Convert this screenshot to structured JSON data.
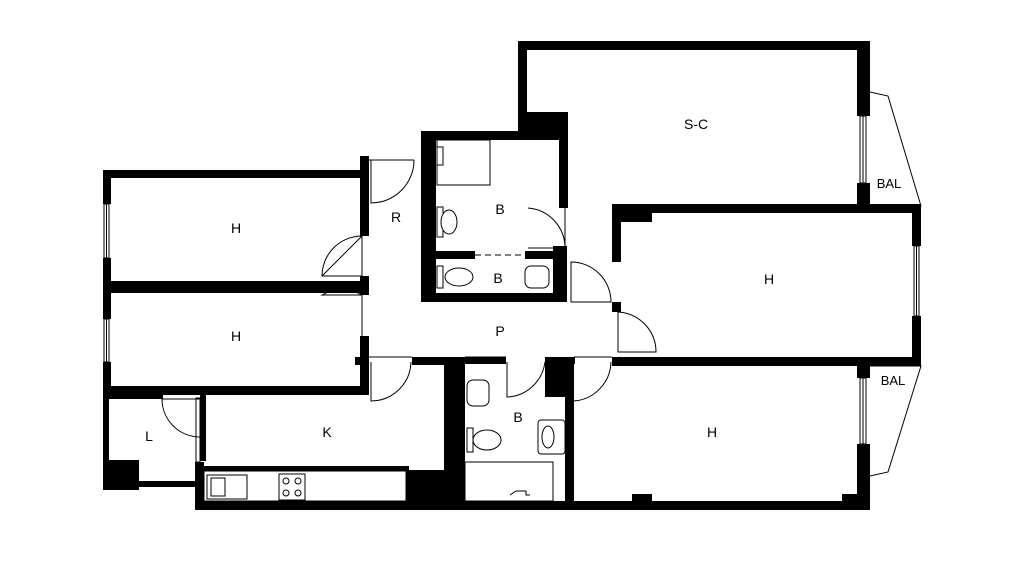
{
  "rooms": {
    "sc": "S-C",
    "bal_top": "BAL",
    "bal_bottom": "BAL",
    "b_main": "B",
    "b_small": "B",
    "b_lower": "B",
    "r": "R",
    "p": "P",
    "h_top_left": "H",
    "h_mid_left": "H",
    "h_right": "H",
    "h_bottom_right": "H",
    "k": "K",
    "l": "L"
  },
  "colors": {
    "wall": "#000000",
    "background": "#ffffff"
  }
}
